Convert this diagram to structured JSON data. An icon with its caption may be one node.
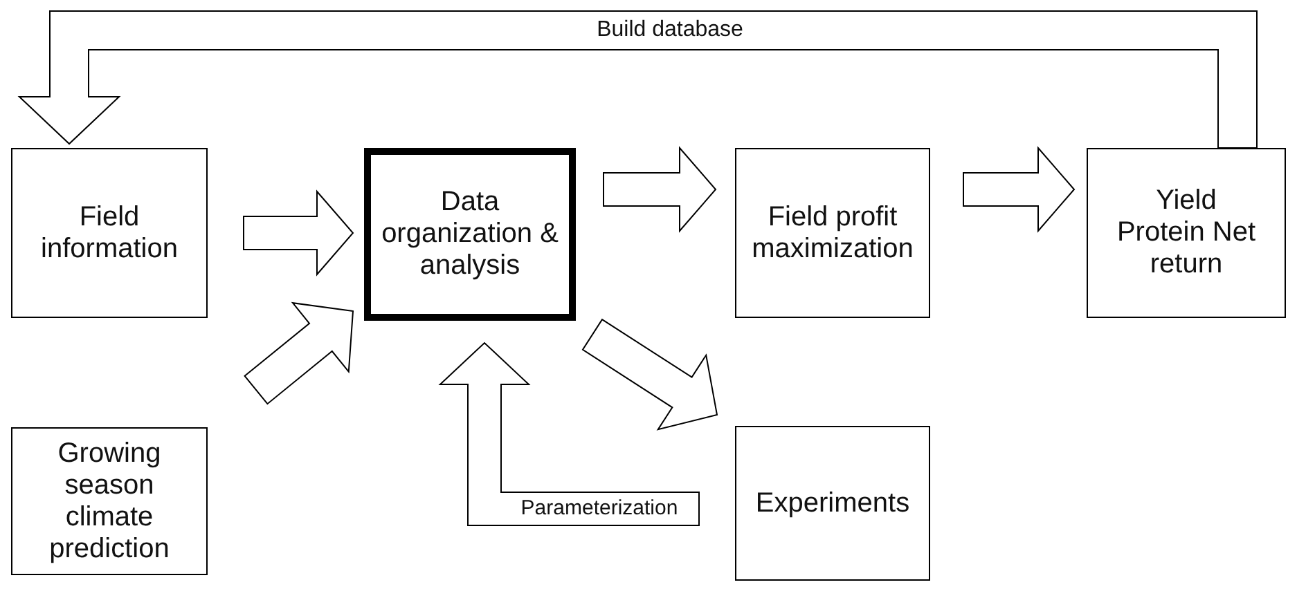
{
  "diagram": {
    "nodes": [
      {
        "text": [
          "Field information"
        ]
      },
      {
        "text": [
          "Data organization & analysis"
        ]
      },
      {
        "text": [
          "Field profit maximization"
        ]
      },
      {
        "text": [
          "Yield Protein Net return"
        ]
      },
      {
        "text": [
          "Growing season climate prediction"
        ]
      },
      {
        "text": [
          "Experiments"
        ]
      }
    ],
    "edges": [
      {
        "from": 0,
        "to": 1,
        "arrow": "to"
      },
      {
        "from": 1,
        "to": 2,
        "arrow": "to"
      },
      {
        "from": 2,
        "to": 3,
        "arrow": "to"
      },
      {
        "from": 4,
        "to": 1,
        "arrow": "to"
      },
      {
        "from": 1,
        "to": 5,
        "arrow": "to"
      },
      {
        "from": null,
        "to": 1,
        "arrow": "to",
        "label": "Parameterization"
      },
      {
        "from": 3,
        "to": 0,
        "arrow": "to",
        "label": "Build database"
      }
    ]
  }
}
